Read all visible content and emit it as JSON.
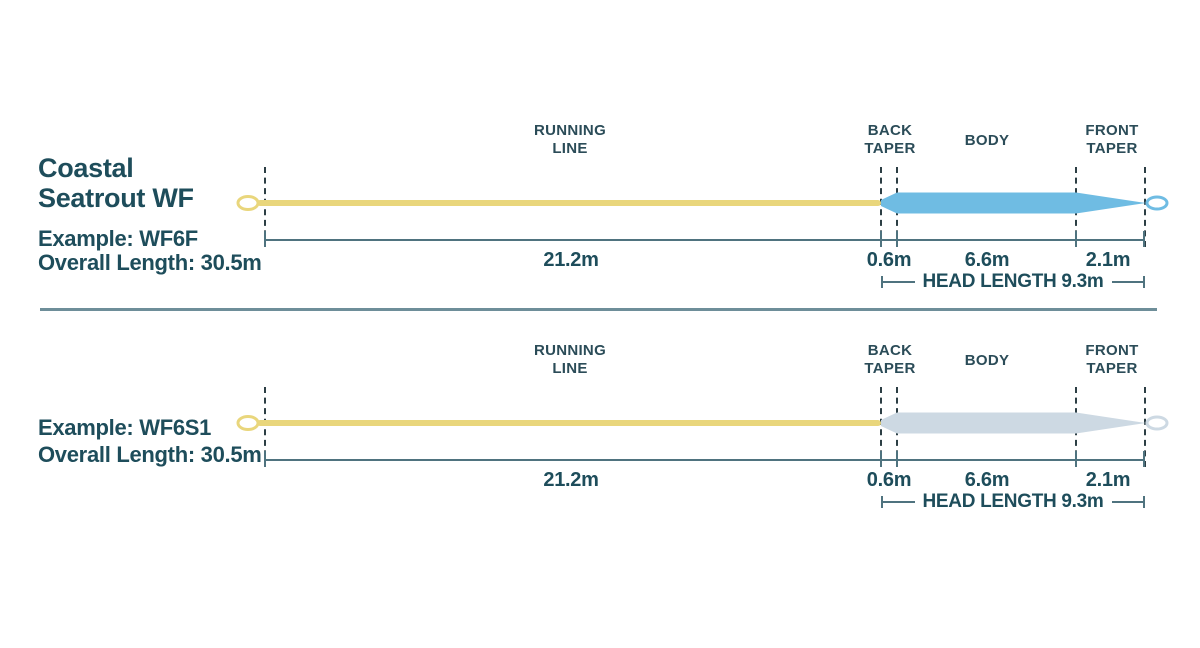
{
  "page": {
    "background": "#ffffff"
  },
  "colors": {
    "heading_text": "#1e4d5b",
    "segment_label_text": "#2b4c58",
    "measure_line": "#4f737f",
    "dashed_guide": "#2c3e44",
    "divider": "#6e8e99",
    "running_line_yellow": "#e9d67c",
    "floating_body_blue": "#6fbce3",
    "sinking_body_gray": "#cdd9e3"
  },
  "diagrams": [
    {
      "name": "floating-line",
      "title_line1": "Coastal",
      "title_line2": "Seatrout WF",
      "example": "Example: WF6F",
      "overall": "Overall Length: 30.5m",
      "labels": {
        "running_1": "RUNNING",
        "running_2": "LINE",
        "back_1": "BACK",
        "back_2": "TAPER",
        "body": "BODY",
        "front_1": "FRONT",
        "front_2": "TAPER"
      },
      "measurements": {
        "running": "21.2m",
        "back_taper": "0.6m",
        "body": "6.6m",
        "front_taper": "2.1m",
        "head_length": "HEAD LENGTH 9.3m"
      },
      "running_color": "#e9d67c",
      "body_color": "#6fbce3"
    },
    {
      "name": "sinking-line",
      "example": "Example: WF6S1",
      "overall": "Overall Length: 30.5m",
      "labels": {
        "running_1": "RUNNING",
        "running_2": "LINE",
        "back_1": "BACK",
        "back_2": "TAPER",
        "body": "BODY",
        "front_1": "FRONT",
        "front_2": "TAPER"
      },
      "measurements": {
        "running": "21.2m",
        "back_taper": "0.6m",
        "body": "6.6m",
        "front_taper": "2.1m",
        "head_length": "HEAD LENGTH 9.3m"
      },
      "running_color": "#e9d67c",
      "body_color": "#cdd9e3"
    }
  ]
}
